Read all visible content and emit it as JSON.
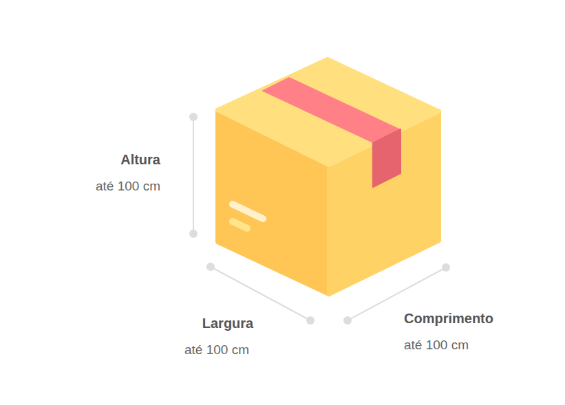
{
  "diagram": {
    "labels": [
      "Altura",
      "até 100 cm",
      "Largura",
      "até 100 cm",
      "Comprimento",
      "até 100 cm"
    ]
  }
}
